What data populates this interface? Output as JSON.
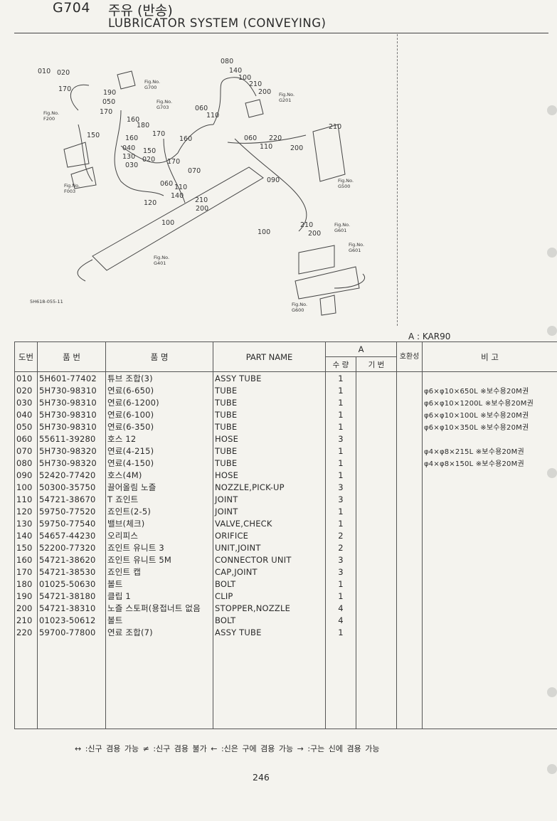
{
  "header": {
    "code": "G704",
    "title_ko": "주유 (반송)",
    "title_en": "LUBRICATOR SYSTEM (CONVEYING)"
  },
  "diagram": {
    "labels": [
      "010",
      "020",
      "170",
      "190",
      "050",
      "170",
      "160",
      "180",
      "150",
      "160",
      "040",
      "130",
      "030",
      "150",
      "020",
      "170",
      "160",
      "060",
      "110",
      "170",
      "070",
      "060",
      "110",
      "140",
      "120",
      "210",
      "200",
      "100",
      "080",
      "140",
      "100",
      "210",
      "200",
      "060",
      "220",
      "110",
      "200",
      "210",
      "090",
      "210",
      "100",
      "200"
    ],
    "figrefs": [
      "Fig.No.\nG700",
      "Fig.No.\nG703",
      "Fig.No.\nF200",
      "Fig.No.\nF003",
      "Fig.No.\nG201",
      "Fig.No.\nG500",
      "Fig.No.\nG601",
      "Fig.No.\nG601",
      "Fig.No.\nG401",
      "Fig.No.\nG600"
    ],
    "drawing_id": "5H618-055-11"
  },
  "model_note": "A : KAR90",
  "table": {
    "headers": {
      "ref": "도번",
      "part_no": "품   번",
      "name_ko": "품      명",
      "part_name": "PART  NAME",
      "group_a": "A",
      "qty": "수 량",
      "base": "기 번",
      "compat": "호환성",
      "remarks": "비      고"
    },
    "rows": [
      {
        "ref": "010",
        "part_no": "5H601-77402",
        "name_ko": "튜브 조합(3)",
        "part_name": "ASSY TUBE",
        "qty": "1",
        "remarks": ""
      },
      {
        "ref": "020",
        "part_no": "5H730-98310",
        "name_ko": "연료(6-650)",
        "part_name": "TUBE",
        "qty": "1",
        "remarks": "φ6×φ10×650L ※보수용20M권"
      },
      {
        "ref": "030",
        "part_no": "5H730-98310",
        "name_ko": "연료(6-1200)",
        "part_name": "TUBE",
        "qty": "1",
        "remarks": "φ6×φ10×1200L ※보수용20M권"
      },
      {
        "ref": "040",
        "part_no": "5H730-98310",
        "name_ko": "연료(6-100)",
        "part_name": "TUBE",
        "qty": "1",
        "remarks": "φ6×φ10×100L ※보수용20M권"
      },
      {
        "ref": "050",
        "part_no": "5H730-98310",
        "name_ko": "연료(6-350)",
        "part_name": "TUBE",
        "qty": "1",
        "remarks": "φ6×φ10×350L ※보수용20M권"
      },
      {
        "ref": "060",
        "part_no": "55611-39280",
        "name_ko": "호스 12",
        "part_name": "HOSE",
        "qty": "3",
        "remarks": ""
      },
      {
        "ref": "070",
        "part_no": "5H730-98320",
        "name_ko": "연료(4-215)",
        "part_name": "TUBE",
        "qty": "1",
        "remarks": "φ4×φ8×215L ※보수용20M권"
      },
      {
        "ref": "080",
        "part_no": "5H730-98320",
        "name_ko": "연료(4-150)",
        "part_name": "TUBE",
        "qty": "1",
        "remarks": "φ4×φ8×150L ※보수용20M권"
      },
      {
        "ref": "090",
        "part_no": "52420-77420",
        "name_ko": "호스(4M)",
        "part_name": "HOSE",
        "qty": "1",
        "remarks": ""
      },
      {
        "ref": "100",
        "part_no": "50300-35750",
        "name_ko": "끌어올림 노즐",
        "part_name": "NOZZLE,PICK-UP",
        "qty": "3",
        "remarks": ""
      },
      {
        "ref": "110",
        "part_no": "54721-38670",
        "name_ko": "T 죠인트",
        "part_name": "JOINT",
        "qty": "3",
        "remarks": ""
      },
      {
        "ref": "120",
        "part_no": "59750-77520",
        "name_ko": "죠인트(2-5)",
        "part_name": "JOINT",
        "qty": "1",
        "remarks": ""
      },
      {
        "ref": "130",
        "part_no": "59750-77540",
        "name_ko": "밸브(체크)",
        "part_name": "VALVE,CHECK",
        "qty": "1",
        "remarks": ""
      },
      {
        "ref": "140",
        "part_no": "54657-44230",
        "name_ko": "오리피스",
        "part_name": "ORIFICE",
        "qty": "2",
        "remarks": ""
      },
      {
        "ref": "150",
        "part_no": "52200-77320",
        "name_ko": "죠인트 유니트 3",
        "part_name": "UNIT,JOINT",
        "qty": "2",
        "remarks": ""
      },
      {
        "ref": "160",
        "part_no": "54721-38620",
        "name_ko": "죠인트 유니트 5M",
        "part_name": "CONNECTOR UNIT",
        "qty": "3",
        "remarks": ""
      },
      {
        "ref": "170",
        "part_no": "54721-38530",
        "name_ko": "죠인트 캡",
        "part_name": "CAP,JOINT",
        "qty": "3",
        "remarks": ""
      },
      {
        "ref": "180",
        "part_no": "01025-50630",
        "name_ko": "볼트",
        "part_name": "BOLT",
        "qty": "1",
        "remarks": ""
      },
      {
        "ref": "190",
        "part_no": "54721-38180",
        "name_ko": "클립 1",
        "part_name": "CLIP",
        "qty": "1",
        "remarks": ""
      },
      {
        "ref": "200",
        "part_no": "54721-38310",
        "name_ko": "노즐 스토퍼(용접너트 없음",
        "part_name": "STOPPER,NOZZLE",
        "qty": "4",
        "remarks": ""
      },
      {
        "ref": "210",
        "part_no": "01023-50612",
        "name_ko": "볼트",
        "part_name": "BOLT",
        "qty": "4",
        "remarks": ""
      },
      {
        "ref": "220",
        "part_no": "59700-77800",
        "name_ko": "연료 조합(7)",
        "part_name": "ASSY TUBE",
        "qty": "1",
        "remarks": ""
      }
    ]
  },
  "legend": "↔ :신구 겸용 가능    ≠ :신구 겸용 불가    ← :신은 구에 겸용 가능    → :구는 신에 겸용 가능",
  "page_number": "246"
}
